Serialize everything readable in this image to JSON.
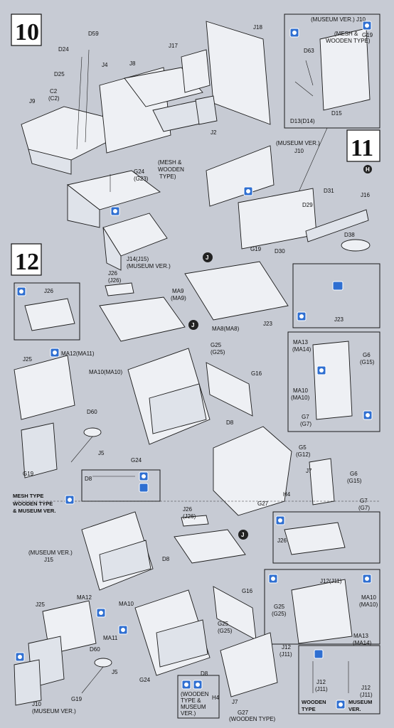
{
  "steps": {
    "s10": "10",
    "s11": "11",
    "s12": "12"
  },
  "labels": {
    "d59": "D59",
    "d24": "D24",
    "d25": "D25",
    "j4": "J4",
    "j8": "J8",
    "j17": "J17",
    "j18": "J18",
    "c2": "C2",
    "c2b": "(C2)",
    "j9": "J9",
    "j2": "J2",
    "g24g23": "G24",
    "g23": "(G23)",
    "meshwood1": "(MESH &",
    "meshwood2": "WOODEN",
    "meshwood3": "TYPE)",
    "j14": "J14(J15)",
    "museum_ver": "(MUSEUM VER.)",
    "museum_j10": "(MUSEUM VER.) J10",
    "mesh_wood_top1": "(MESH &",
    "mesh_wood_top2": "WOODEN TYPE)",
    "g19_top": "G19",
    "d63": "D63",
    "d13": "D13(D14)",
    "d15": "D15",
    "museum_ver2": "(MUSEUM VER.)",
    "j10": "J10",
    "d31": "D31",
    "j16": "J16",
    "d29": "D29",
    "d38": "D38",
    "g19b": "G19",
    "d30": "D30",
    "j26": "J26",
    "j26b": "(J26)",
    "ma9": "MA9",
    "ma9b": "(MA9)",
    "ma8": "MA8(MA8)",
    "j23": "J23",
    "j23b": "J23",
    "j26c": "J26",
    "g25": "G25",
    "g25b": "(G25)",
    "ma13": "MA13",
    "ma14": "(MA14)",
    "g6": "G6",
    "g15": "(G15)",
    "ma12": "MA12(MA11)",
    "ma10": "MA10(MA10)",
    "j25": "J25",
    "g16": "G16",
    "ma10b": "MA10",
    "ma10c": "(MA10)",
    "g7": "G7",
    "g7b": "(G7)",
    "d60": "D60",
    "d8": "D8",
    "g5": "G5",
    "g12": "(G12)",
    "j5": "J5",
    "g19c": "G19",
    "g24b": "G24",
    "j7": "J7",
    "g6b": "G6",
    "g15b": "(G15)",
    "g27": "G27",
    "h4": "H4",
    "g7c": "G7",
    "g7d": "(G7)",
    "d8b": "D8",
    "mesh_type": "MESH TYPE",
    "wood_type": "WOODEN TYPE",
    "and_museum": "& MUSEUM VER.",
    "j26d": "J26",
    "j26e": "(J26)",
    "museum_j15": "(MUSEUM VER.)",
    "j15": "J15",
    "d8c": "D8",
    "j26f": "J26",
    "ma12b": "MA12",
    "ma10d": "MA10",
    "j12": "J12(J11)",
    "ma10e": "MA10",
    "ma10f": "(MA10)",
    "j25b": "J25",
    "ma11": "MA11",
    "g16b": "G16",
    "g25c": "G25",
    "g25d": "(G25)",
    "g25e": "G25",
    "g25f": "(G25)",
    "ma13b": "MA13",
    "ma14b": "(MA14)",
    "d60b": "D60",
    "j5b": "J5",
    "d8d": "D8",
    "j12b": "J12",
    "j11b": "(J11)",
    "g24c": "G24",
    "g19d": "G19",
    "wood_museum1": "(WOODEN",
    "wood_museum2": "TYPE &",
    "wood_museum3": "MUSEUM",
    "wood_museum4": "VER.)",
    "j12c": "J12",
    "j11c": "(J11)",
    "j12d": "J12",
    "j11d": "(J11)",
    "j10b": "J10",
    "museum_ver3": "(MUSEUM VER.)",
    "h4b": "H4",
    "j7b": "J7",
    "g27b": "G27",
    "wood_type2": "(WOODEN TYPE)",
    "wooden": "WOODEN",
    "type": "TYPE",
    "museum": "MUSEUM",
    "ver": "VER.",
    "h_circle": "H",
    "j_circle": "J"
  }
}
